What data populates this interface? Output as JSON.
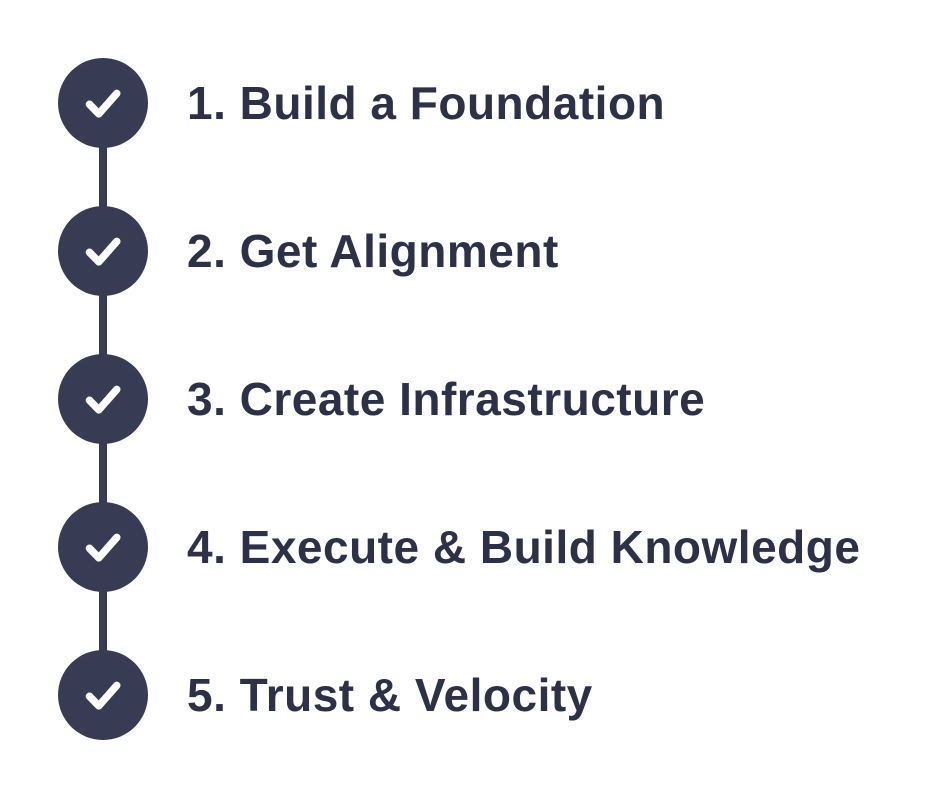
{
  "colors": {
    "accent": "#373C54",
    "text": "#2D3148",
    "check": "#FFFFFF",
    "background": "#FFFFFF"
  },
  "steps": [
    {
      "label": "1. Build a Foundation",
      "icon": "checkmark-icon"
    },
    {
      "label": "2. Get Alignment",
      "icon": "checkmark-icon"
    },
    {
      "label": "3. Create Infrastructure",
      "icon": "checkmark-icon"
    },
    {
      "label": "4. Execute & Build Knowledge",
      "icon": "checkmark-icon"
    },
    {
      "label": "5. Trust & Velocity",
      "icon": "checkmark-icon"
    }
  ]
}
